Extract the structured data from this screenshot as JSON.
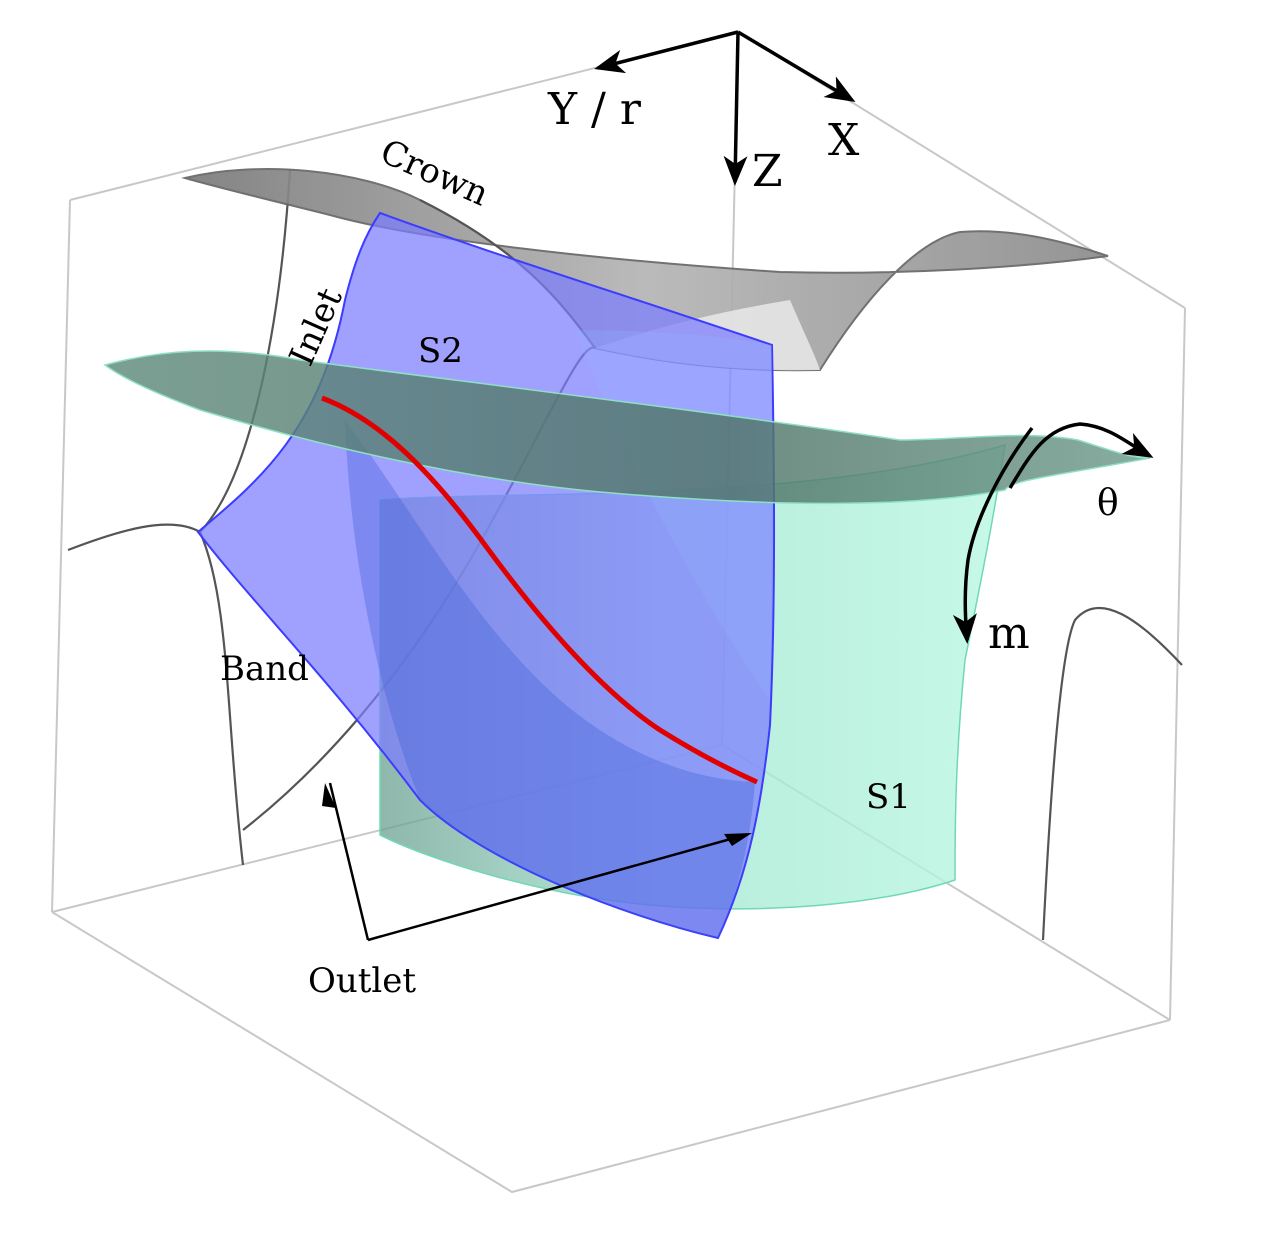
{
  "labels": {
    "axis_y": "Y / r",
    "axis_x": "X",
    "axis_z": "Z",
    "crown": "Crown",
    "inlet": "Inlet",
    "s2": "S2",
    "band": "Band",
    "s1": "S1",
    "theta": "θ",
    "m": "m",
    "outlet": "Outlet"
  },
  "colors": {
    "s2_surface": "#7b7bff",
    "s1_surface": "#a8f0d8",
    "crown_surface": "#9a9a9a",
    "streamline": "#e00000",
    "outline": "#555555",
    "bounding_box": "#c8c8c8"
  }
}
